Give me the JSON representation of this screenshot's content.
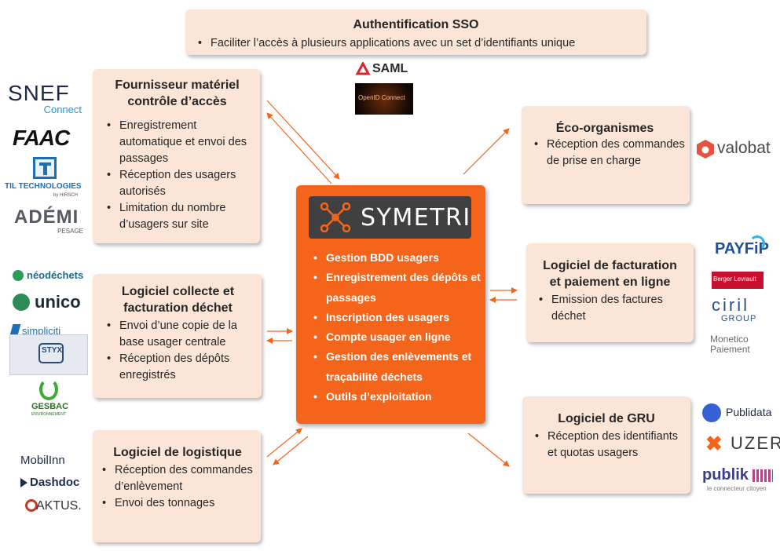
{
  "sso": {
    "title": "Authentification SSO",
    "items": [
      "Faciliter l’accès à plusieurs applications avec un set d’identifiants unique"
    ]
  },
  "sso_logos": {
    "saml": "SAML",
    "openid": "OpenID Connect"
  },
  "fournisseur": {
    "title_line1": "Fournisseur matériel",
    "title_line2": "contrôle d’accès",
    "items": [
      "Enregistrement automatique et envoi des passages",
      "Réception des usagers autorisés",
      "Limitation du nombre d’usagers sur site"
    ]
  },
  "fournisseur_logos": {
    "snef": "SNEF",
    "snef_sub": "Connect",
    "faac": "FAAC",
    "til": "TIL TECHNOLOGIES",
    "til_sub": "by HIRSCH",
    "ademi": "ADÉMI",
    "ademi_sub": "PESAGE"
  },
  "collecte": {
    "title_line1": "Logiciel collecte et",
    "title_line2": "facturation déchet",
    "items": [
      "Envoi d’une copie de la base usager centrale",
      "Réception des dépôts enregistrés"
    ]
  },
  "collecte_logos": {
    "neodechets": "néodéchets",
    "unico": "unico",
    "simpliciti": "simpliciti",
    "styx": "STYX",
    "gesbac": "GESBAC",
    "gesbac_sub": "ENVIRONNEMENT"
  },
  "logistique": {
    "title": "Logiciel de logistique",
    "items": [
      "Réception des commandes d’enlèvement",
      "Envoi des tonnages"
    ]
  },
  "logistique_logos": {
    "mobilinn": "MobilInn",
    "dashdoc": "Dashdoc",
    "aktus": "AKTUS."
  },
  "symetri": {
    "name": "SYMETRI",
    "items": [
      "Gestion BDD usagers",
      "Enregistrement des dépôts et passages",
      "Inscription des usagers",
      "Compte usager en ligne",
      "Gestion des enlèvements et traçabilité déchets",
      "Outils d’exploitation"
    ]
  },
  "eco": {
    "title": "Éco-organismes",
    "items": [
      "Réception des commandes de prise en charge"
    ]
  },
  "eco_logos": {
    "valobat": "valobat"
  },
  "facturation": {
    "title_line1": "Logiciel de facturation",
    "title_line2": "et paiement en ligne",
    "items": [
      "Emission des factures déchet"
    ]
  },
  "facturation_logos": {
    "payfip": "PAYFiP",
    "berger": "Berger Levrault",
    "ciril": "ciril",
    "ciril_sub": "GROUP",
    "monetico": "Monetico",
    "monetico_sub": "Paiement"
  },
  "gru": {
    "title": "Logiciel de GRU",
    "items": [
      "Réception des identifiants et quotas usagers"
    ]
  },
  "gru_logos": {
    "publidata": "Publidata",
    "uzer": "UZER",
    "publik": "publik",
    "publik_sub": "le connecteur citoyen"
  },
  "colors": {
    "orange": "#f4651b",
    "box": "#fbe5d6",
    "dark": "#404040"
  }
}
